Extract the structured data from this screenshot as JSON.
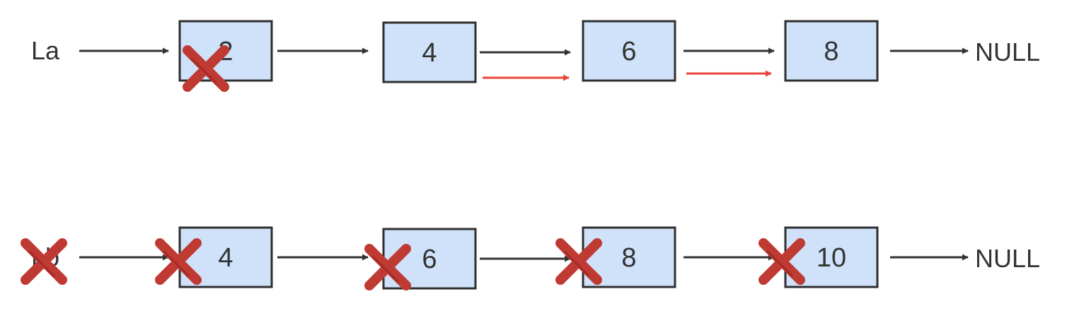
{
  "list_a": {
    "label": "La",
    "nodes": [
      "2",
      "4",
      "6",
      "8"
    ],
    "terminator": "NULL"
  },
  "list_b": {
    "label": "Lb",
    "nodes": [
      "4",
      "6",
      "8",
      "10"
    ],
    "terminator": "NULL"
  },
  "colors": {
    "node_fill": "#cfe2f9",
    "node_border": "#2f2f2f",
    "arrow": "#333333",
    "new_link_arrow": "#e8453c",
    "cross_mark": "#c03a34"
  },
  "icons": {
    "deleted_marker": "cross-mark-icon"
  }
}
